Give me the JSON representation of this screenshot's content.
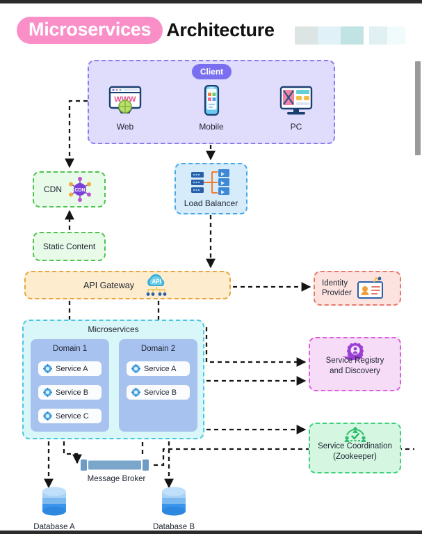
{
  "title": {
    "badge": "Microservices",
    "rest": "Architecture"
  },
  "client": {
    "pill": "Client",
    "items": [
      {
        "label": "Web",
        "icon": "browser-window-icon"
      },
      {
        "label": "Mobile",
        "icon": "smartphone-icon"
      },
      {
        "label": "PC",
        "icon": "desktop-monitor-icon"
      }
    ]
  },
  "cdn": {
    "label": "CDN",
    "icon": "cdn-node-icon"
  },
  "static_content": {
    "label": "Static Content"
  },
  "load_balancer": {
    "label": "Load Balancer",
    "icon": "server-network-icon"
  },
  "api_gateway": {
    "label": "API Gateway",
    "icon": "api-cloud-icon"
  },
  "microservices": {
    "title": "Microservices",
    "domains": [
      {
        "title": "Domain 1",
        "services": [
          "Service A",
          "Service B",
          "Service C"
        ]
      },
      {
        "title": "Domain 2",
        "services": [
          "Service A",
          "Service B"
        ]
      }
    ]
  },
  "identity_provider": {
    "line1": "Identity",
    "line2": "Provider",
    "icon": "id-card-icon"
  },
  "service_registry": {
    "line1": "Service Registry",
    "line2": "and Discovery",
    "icon": "hand-gear-user-icon"
  },
  "service_coordination": {
    "line1": "Service Coordination",
    "line2": "(Zookeeper)",
    "icon": "coordination-users-icon"
  },
  "message_broker": {
    "label": "Message Broker"
  },
  "databases": [
    {
      "label": "Database A",
      "icon": "database-cylinder-icon"
    },
    {
      "label": "Database B",
      "icon": "database-cylinder-icon"
    }
  ],
  "colors": {
    "title_badge": "#fa8fc8",
    "client": "#e0dcfb",
    "client_border": "#8b7df0",
    "cdn": "#e8fbe8",
    "cdn_border": "#4fc24f",
    "load_balancer": "#d6ecfb",
    "load_balancer_border": "#47a8e8",
    "api_gateway": "#fdeccd",
    "api_gateway_border": "#e8a53c",
    "microservices": "#d9f6f9",
    "microservices_border": "#49c7e0",
    "domain": "#a8c2f0",
    "identity_provider": "#fde3e0",
    "identity_provider_border": "#e8796b",
    "service_registry": "#f7dcf7",
    "service_registry_border": "#dd5fe0",
    "service_coordination": "#d5f7e2",
    "service_coordination_border": "#3ecf7a",
    "message_broker": "#6e9cc4"
  }
}
